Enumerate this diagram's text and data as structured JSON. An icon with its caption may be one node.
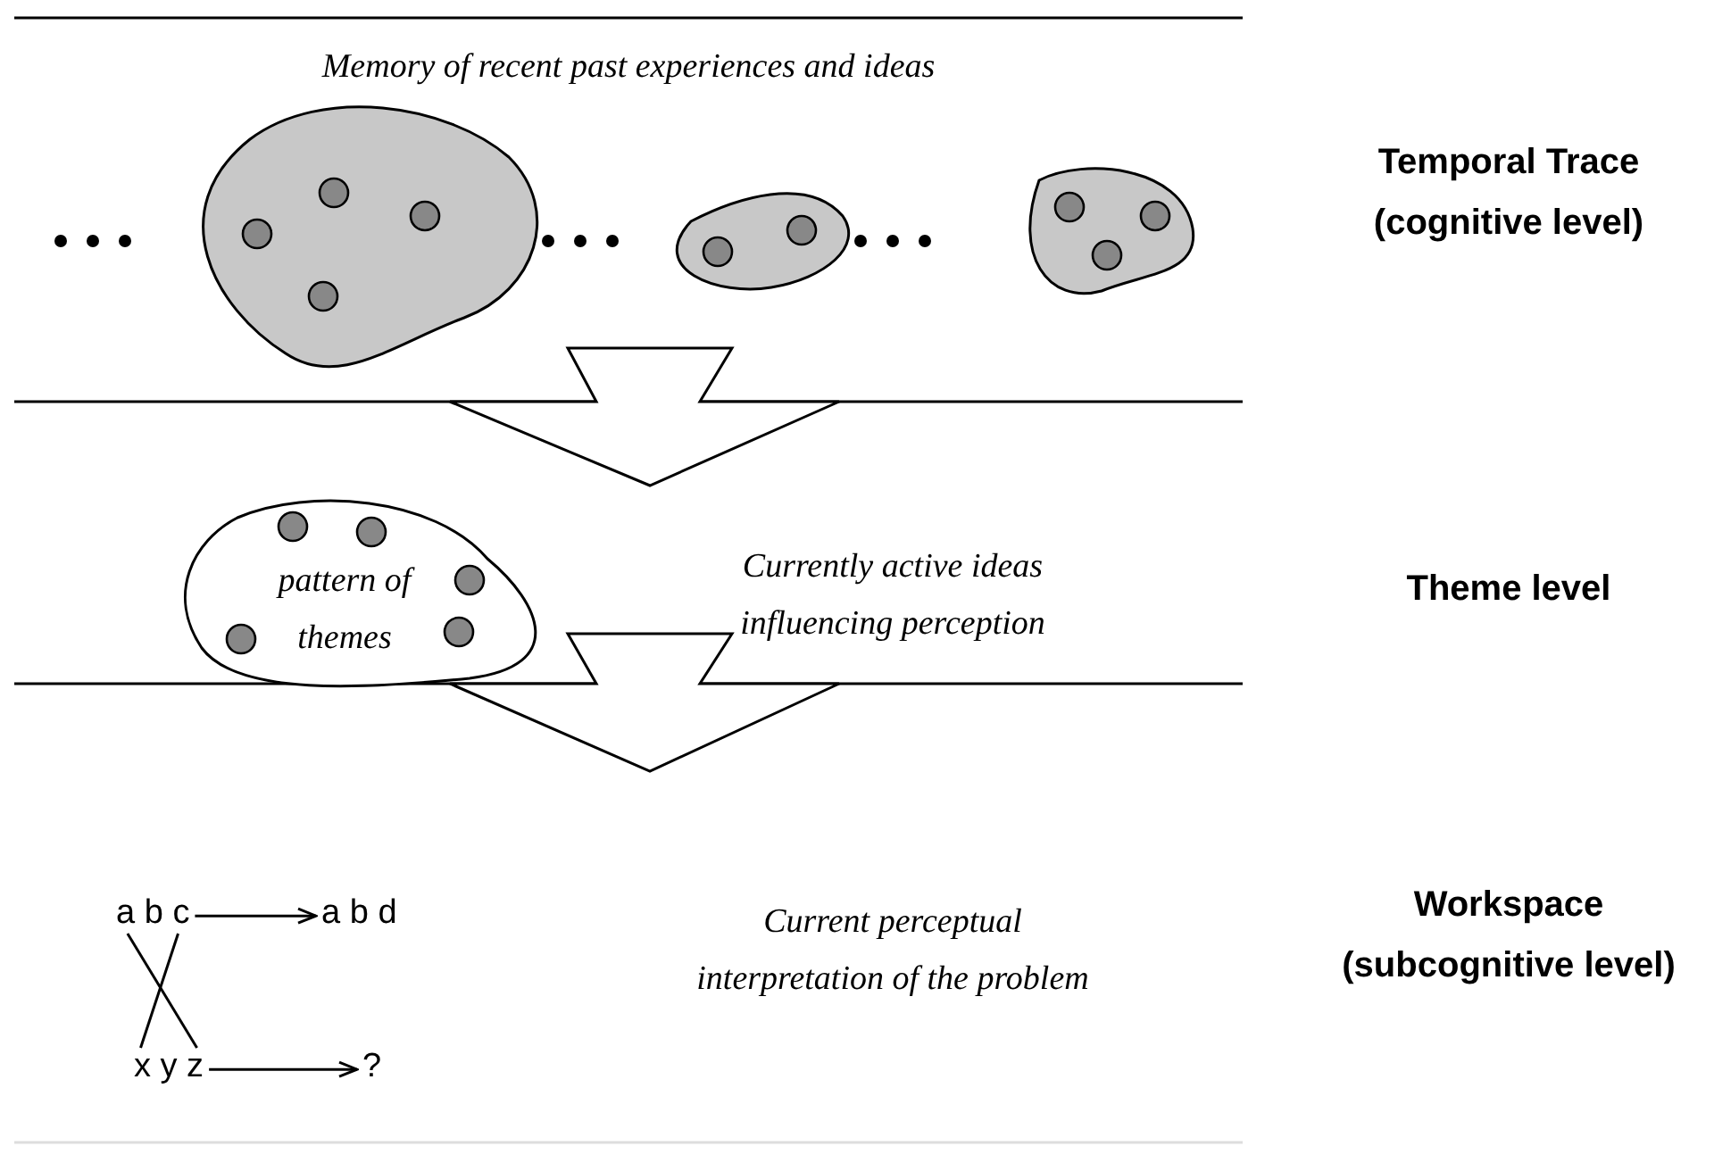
{
  "diagram": {
    "nodes": [
      {
        "text": [],
        "shape": "cloud"
      },
      {
        "text": [],
        "shape": "cloud"
      },
      {
        "text": [],
        "shape": "cloud"
      },
      {
        "text": [
          "pattern of themes"
        ]
      },
      {
        "text": [
          "a b c"
        ]
      },
      {
        "text": [
          "a b d"
        ]
      },
      {
        "text": [
          "x y z"
        ]
      },
      {
        "text": [
          "?"
        ]
      }
    ],
    "edges": [
      {
        "from": 4,
        "to": 5,
        "arrow": "to"
      },
      {
        "from": 6,
        "to": 7,
        "arrow": "to"
      },
      {
        "from": 4,
        "to": 6,
        "arrow": "none"
      },
      {
        "from": 4,
        "to": 6,
        "arrow": "none"
      }
    ],
    "labels": [
      "Memory of recent past experiences and ideas",
      "Temporal Trace (cognitive level)",
      "Currently active ideas influencing perception",
      "Theme level",
      "Current perceptual interpretation of the problem",
      "Workspace (subcognitive level)"
    ]
  }
}
